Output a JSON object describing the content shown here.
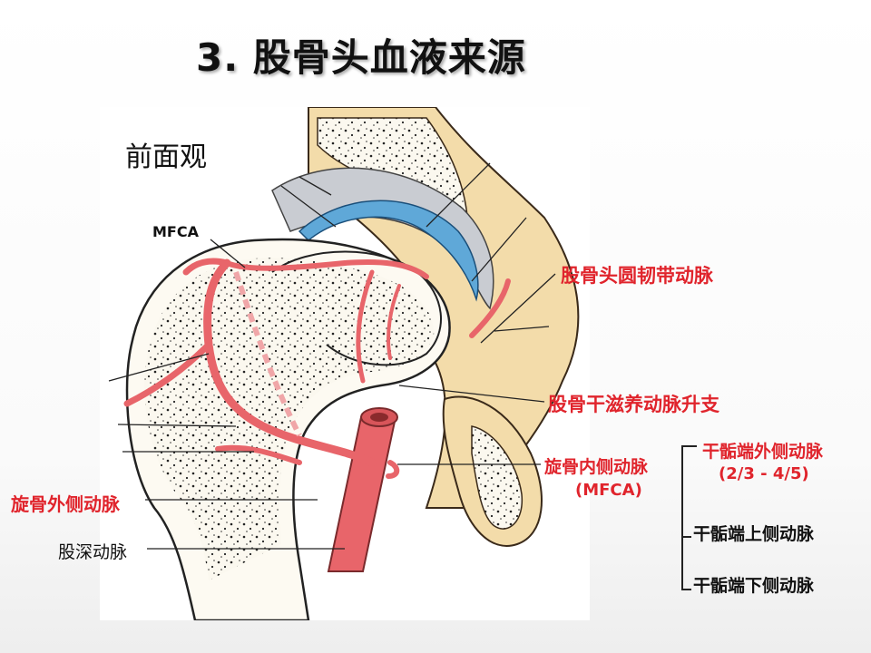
{
  "slide": {
    "title": "3. 股骨头血液来源"
  },
  "figure": {
    "view_label": "前面观",
    "labels": {
      "mfca_top": "MFCA",
      "ligamentum_teres_artery": "股骨头圆韧带动脉",
      "nutrient_artery_ascending": "股骨干滋养动脉升支",
      "mfca_name": "旋骨内侧动脉",
      "mfca_abbrev": "(MFCA)",
      "lfca": "旋骨外侧动脉",
      "deep_femoral_artery": "股深动脉"
    }
  },
  "branches": {
    "lateral_epiphyseal": "干骺端外侧动脉",
    "lateral_epiphyseal_fraction": "(2/3 - 4/5)",
    "superior_metaphyseal": "干骺端上侧动脉",
    "inferior_metaphyseal": "干骺端下侧动脉"
  },
  "colors": {
    "label_red": "#e0242c",
    "label_dark": "#111111",
    "artery": "#e8656a",
    "bone": "#fdfaf2",
    "cartilage_blue": "#5fa8d8"
  }
}
